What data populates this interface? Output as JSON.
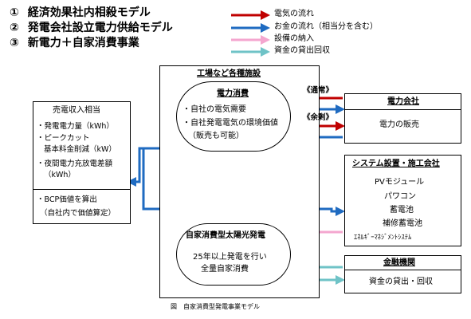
{
  "models": [
    {
      "num": "①",
      "label": "経済効果社内相殺モデル"
    },
    {
      "num": "②",
      "label": "発電会社設立電力供給モデル"
    },
    {
      "num": "③",
      "label": "新電力＋自家消費事業"
    }
  ],
  "legend": [
    {
      "label": "電気の流れ",
      "color": "#c00000"
    },
    {
      "label": "お金の流れ（相当分を含む）",
      "color": "#1f6bc1"
    },
    {
      "label": "設備の納入",
      "color": "#f4a6cf"
    },
    {
      "label": "資金の貸出回収",
      "color": "#6fc3c7"
    }
  ],
  "facility": {
    "title": "工場など各種施設"
  },
  "consumption": {
    "title": "電力消費",
    "items": [
      "・自社の電気需要",
      "・自社発電電気の環境価値",
      "（販売も可能）"
    ]
  },
  "solar": {
    "title": "自家消費型太陽光発電",
    "lines": [
      "25年以上発電を行い",
      "全量自家消費"
    ]
  },
  "revenue": {
    "title": "売電収入相当",
    "items": [
      "・発電電力量（kWh）",
      "・ピークカット",
      "基本料金削減（kW）",
      "・夜間電力充放電差額",
      "（kWh）"
    ],
    "bcp": [
      "・BCP価値を算出",
      "（自社内で価値算定）"
    ]
  },
  "power_company": {
    "title": "電力会社",
    "desc": "電力の販売"
  },
  "flow_labels": {
    "normal": "《通常》",
    "surplus": "《余剰》"
  },
  "system_company": {
    "title": "システム設置・施工会社",
    "items": [
      "PVモジュール",
      "パワコン",
      "蓄電池",
      "補修蓄電池",
      "ｴﾈﾙｷﾞｰﾏﾈｼﾞﾒﾝﾄｼｽﾃﾑ"
    ]
  },
  "finance": {
    "title": "金融機関",
    "desc": "資金の貸出・回収"
  },
  "caption": "図　自家消費型発電事業モデル",
  "colors": {
    "red": "#c00000",
    "blue": "#1f6bc1",
    "pink": "#f4a6cf",
    "teal": "#6fc3c7"
  }
}
